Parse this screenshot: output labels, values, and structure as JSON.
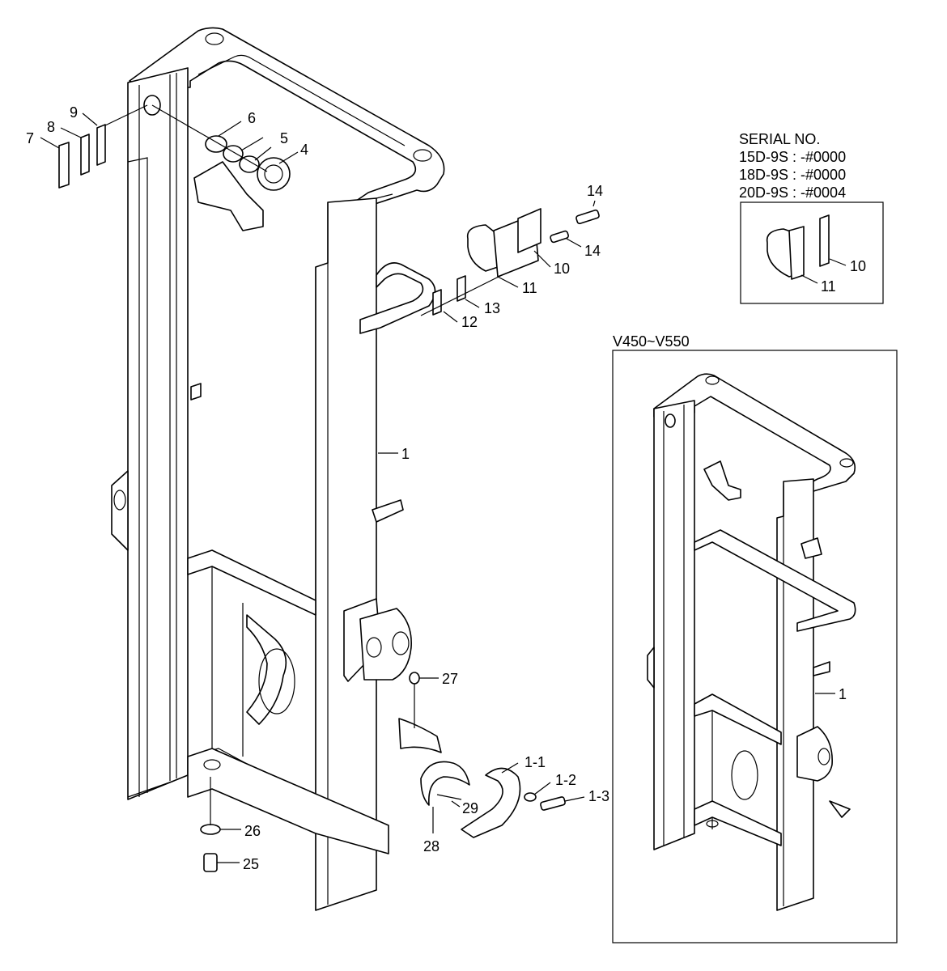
{
  "serial": {
    "title": "SERIAL NO.",
    "lines": [
      "15D-9S : -#0000",
      "18D-9S : -#0000",
      "20D-9S : -#0004"
    ]
  },
  "variant": {
    "title": "V450~V550",
    "callout": "1"
  },
  "inset_callouts": [
    "10",
    "11"
  ],
  "callouts": [
    {
      "id": "c1",
      "text": "1"
    },
    {
      "id": "c4",
      "text": "4"
    },
    {
      "id": "c5",
      "text": "5"
    },
    {
      "id": "c6",
      "text": "6"
    },
    {
      "id": "c7",
      "text": "7"
    },
    {
      "id": "c8",
      "text": "8"
    },
    {
      "id": "c9",
      "text": "9"
    },
    {
      "id": "c10",
      "text": "10"
    },
    {
      "id": "c11",
      "text": "11"
    },
    {
      "id": "c12",
      "text": "12"
    },
    {
      "id": "c13",
      "text": "13"
    },
    {
      "id": "c14a",
      "text": "14"
    },
    {
      "id": "c14b",
      "text": "14"
    },
    {
      "id": "c1-1",
      "text": "1-1"
    },
    {
      "id": "c1-2",
      "text": "1-2"
    },
    {
      "id": "c1-3",
      "text": "1-3"
    },
    {
      "id": "c25",
      "text": "25"
    },
    {
      "id": "c26",
      "text": "26"
    },
    {
      "id": "c27",
      "text": "27"
    },
    {
      "id": "c28",
      "text": "28"
    },
    {
      "id": "c29",
      "text": "29"
    }
  ]
}
